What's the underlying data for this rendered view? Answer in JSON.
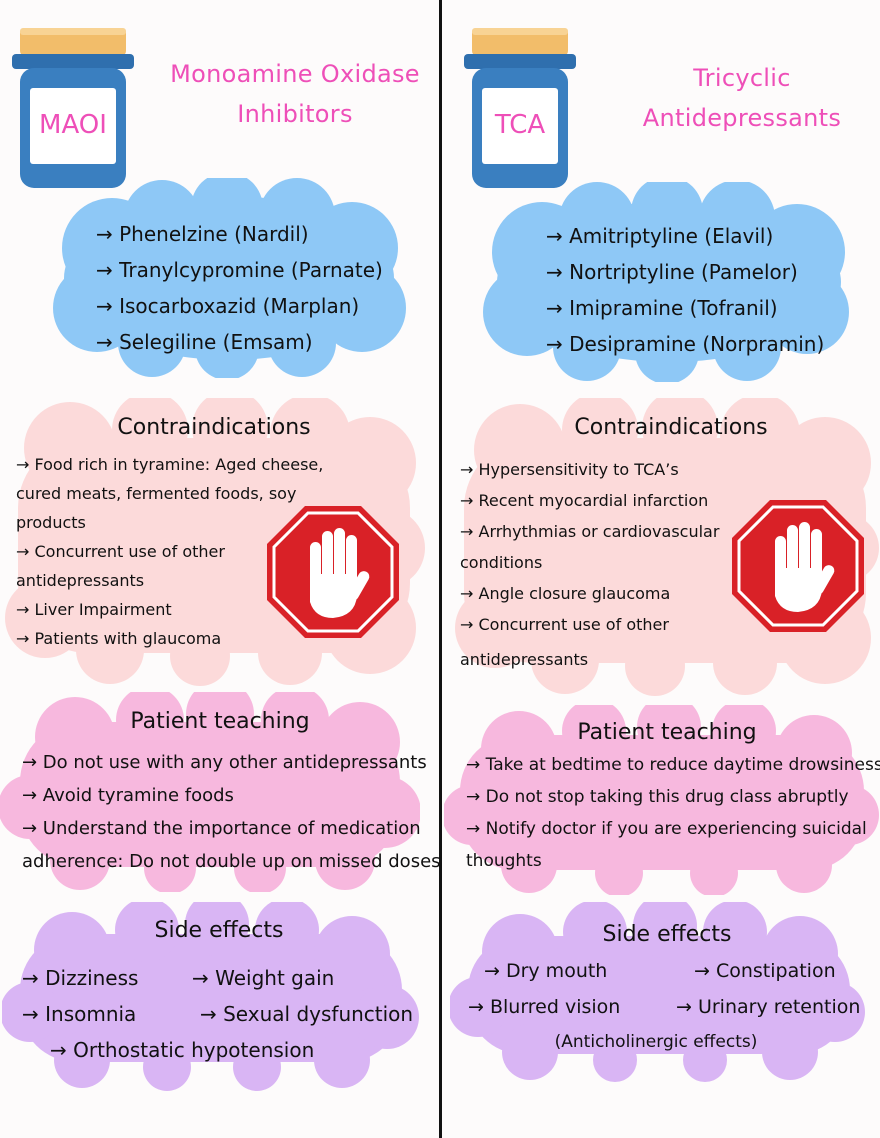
{
  "colors": {
    "title_pink": "#ee4fb8",
    "blue_cloud": "#8ec8f6",
    "contra_cloud": "#fcdada",
    "teach_cloud": "#f7b8de",
    "side_cloud": "#d9b5f4",
    "stop_red": "#d92127",
    "bottle_blue": "#2f6fae",
    "bottle_cap": "#f2bd6a"
  },
  "maoi": {
    "bottle_label": "MAOI",
    "title_lines": [
      "Monoamine Oxidase",
      "Inhibitors"
    ],
    "drugs": [
      "→ Phenelzine (Nardil)",
      "→ Tranylcypromine (Parnate)",
      "→ Isocarboxazid (Marplan)",
      "→ Selegiline (Emsam)"
    ],
    "contraindications": {
      "heading": "Contraindications",
      "lines": [
        "→ Food rich in tyramine: Aged cheese,",
        "cured meats, fermented foods, soy",
        "products",
        "→ Concurrent use of other",
        "antidepressants",
        "→ Liver Impairment",
        "→ Patients with glaucoma"
      ],
      "icon": "stop-hand-icon"
    },
    "teaching": {
      "heading": "Patient teaching",
      "lines": [
        "→ Do not use with any other antidepressants",
        "→ Avoid tyramine foods",
        "→ Understand the importance of medication",
        "adherence: Do not double up on missed doses"
      ]
    },
    "side_effects": {
      "heading": "Side effects",
      "items": [
        "→ Dizziness",
        "→ Weight gain",
        "→ Insomnia",
        "→ Sexual dysfunction",
        "→ Orthostatic hypotension"
      ]
    }
  },
  "tca": {
    "bottle_label": "TCA",
    "title_lines": [
      "Tricyclic",
      "Antidepressants"
    ],
    "drugs": [
      "→ Amitriptyline (Elavil)",
      "→ Nortriptyline (Pamelor)",
      "→ Imipramine (Tofranil)",
      "→ Desipramine (Norpramin)"
    ],
    "contraindications": {
      "heading": "Contraindications",
      "lines": [
        "→ Hypersensitivity to TCA’s",
        "→ Recent myocardial infarction",
        "→ Arrhythmias or cardiovascular",
        "conditions",
        "→ Angle closure glaucoma",
        "→ Concurrent use of other",
        "antidepressants"
      ],
      "icon": "stop-hand-icon"
    },
    "teaching": {
      "heading": "Patient teaching",
      "lines": [
        "→ Take at bedtime to reduce daytime drowsiness",
        "→ Do not stop taking this drug class abruptly",
        "→ Notify doctor if you are experiencing suicidal",
        "thoughts"
      ]
    },
    "side_effects": {
      "heading": "Side effects",
      "items": [
        "→ Dry mouth",
        "→ Constipation",
        "→ Blurred vision",
        "→ Urinary retention"
      ],
      "note": "(Anticholinergic effects)"
    }
  }
}
